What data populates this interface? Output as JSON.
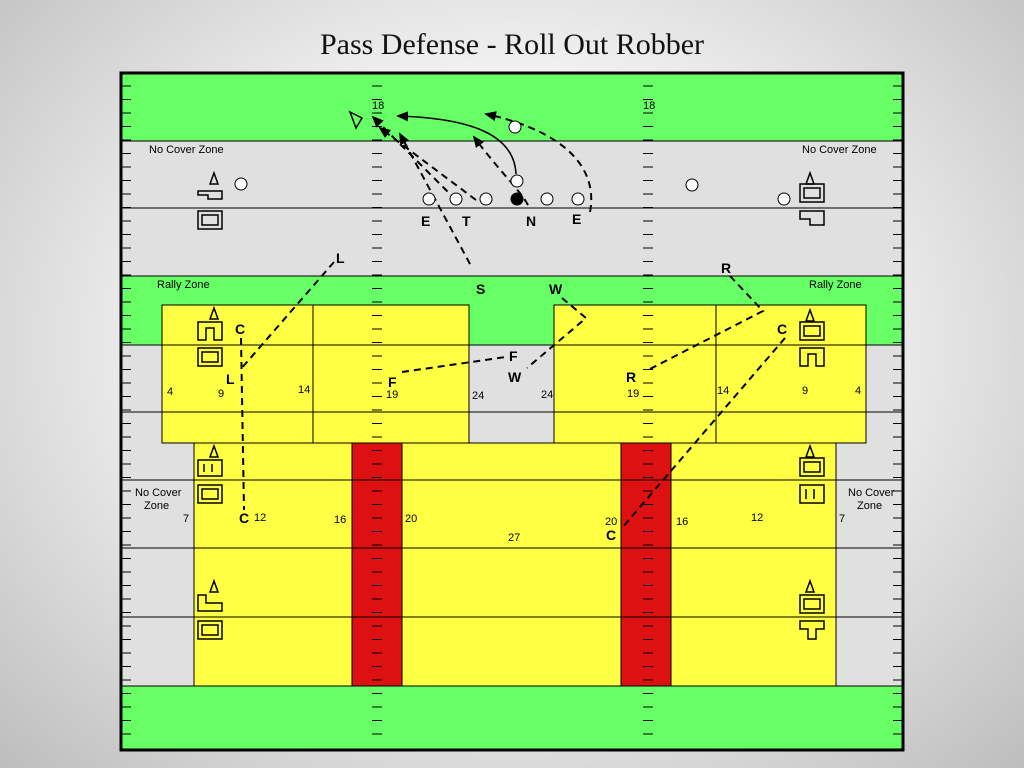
{
  "title": "Pass Defense - Roll Out Robber",
  "colors": {
    "end_zone_green": "#66ff66",
    "field_gray": "#e0e0e0",
    "coverage_yellow": "#ffff44",
    "restricted_red": "#dd1111"
  },
  "yard_markers": {
    "top_left": "18",
    "top_right": "18"
  },
  "zones": {
    "no_cover_top_left": "No Cover Zone",
    "no_cover_top_right": "No Cover Zone",
    "rally_left": "Rally Zone",
    "rally_right": "Rally Zone",
    "no_cover_side_left_1": "No Cover",
    "no_cover_side_left_2": "Zone",
    "no_cover_side_right_1": "No Cover",
    "no_cover_side_right_2": "Zone"
  },
  "zone_numbers": {
    "n4_left": "4",
    "n9_left": "9",
    "n14_left": "14",
    "n19_left": "19",
    "n24_left": "24",
    "n24_right": "24",
    "n19_right": "19",
    "n14_right": "14",
    "n9_right": "9",
    "n4_right": "4",
    "n7_left": "7",
    "n12_left": "12",
    "n16_left": "16",
    "n20_left": "20",
    "n27": "27",
    "n20_right": "20",
    "n16_right": "16",
    "n12_right": "12",
    "n7_right": "7"
  },
  "offense_labels": {
    "e_left": "E",
    "t": "T",
    "n": "N",
    "e_right": "E"
  },
  "defense_labels": {
    "l_start": "L",
    "l_end": "L",
    "c_left_top": "C",
    "c_left_bottom": "C",
    "s": "S",
    "w_start": "W",
    "w_end": "W",
    "f_end": "F",
    "f_mid": "F",
    "r_start": "R",
    "r_end": "R",
    "c_right_top": "C",
    "c_right_bottom": "C"
  }
}
